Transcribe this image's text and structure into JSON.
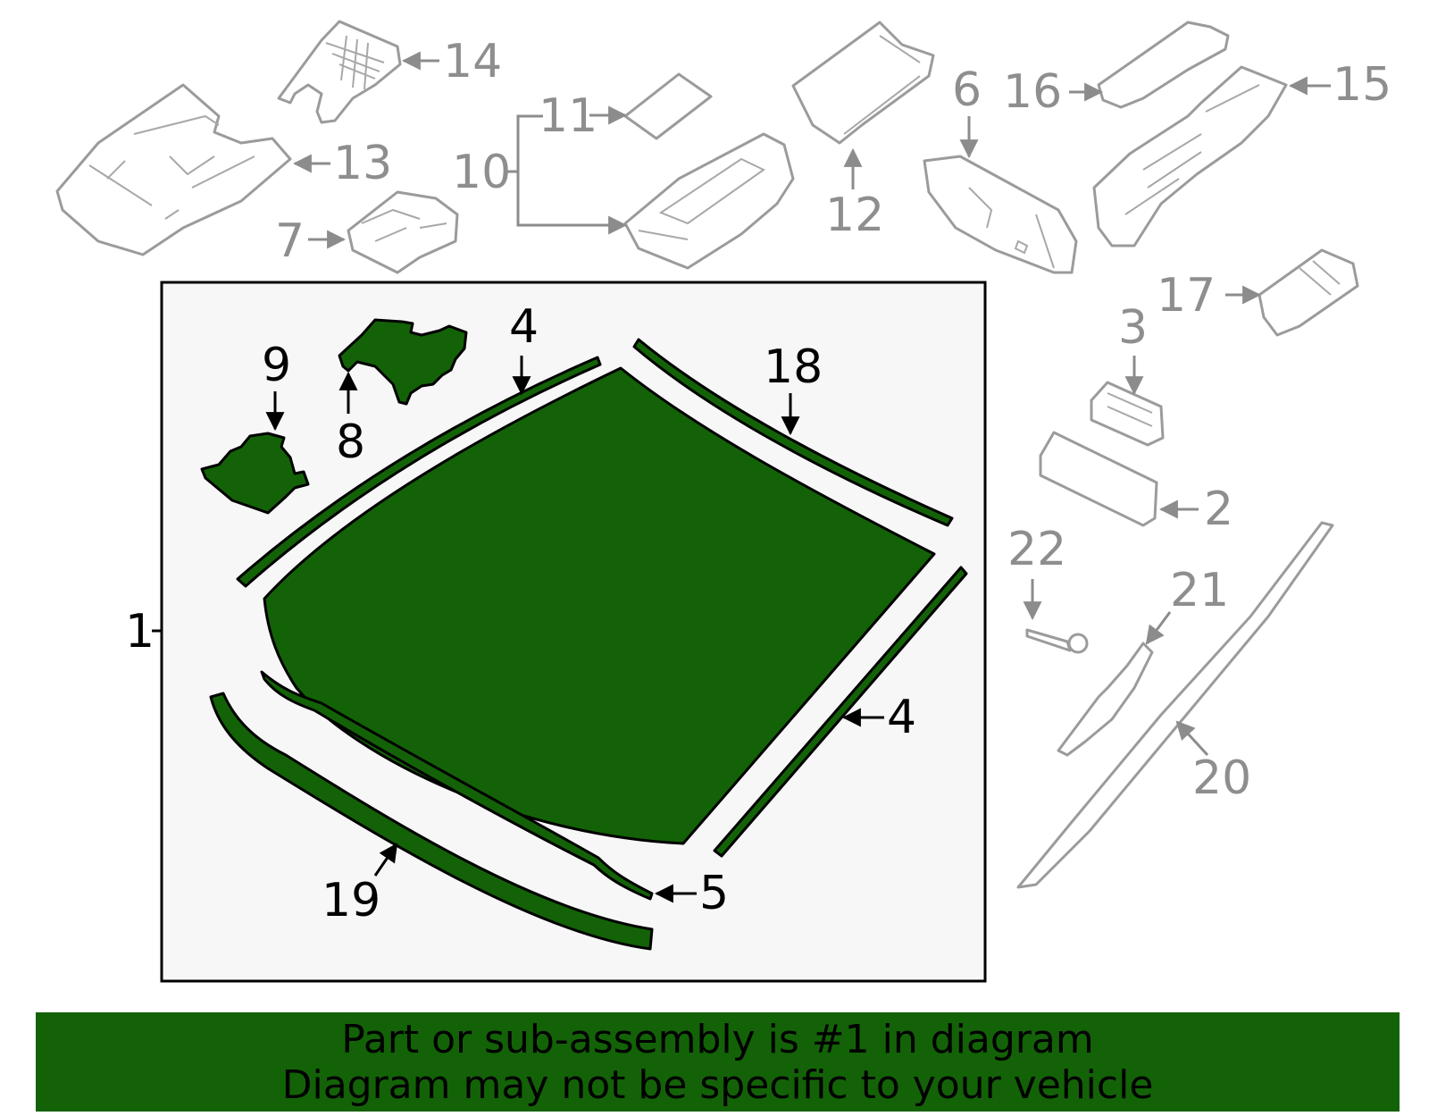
{
  "callouts": {
    "c1": "1",
    "c2": "2",
    "c3": "3",
    "c4a": "4",
    "c4b": "4",
    "c5": "5",
    "c6": "6",
    "c7": "7",
    "c8": "8",
    "c9": "9",
    "c10": "10",
    "c11": "11",
    "c12": "12",
    "c13": "13",
    "c14": "14",
    "c15": "15",
    "c16": "16",
    "c17": "17",
    "c18": "18",
    "c19": "19",
    "c20": "20",
    "c21": "21",
    "c22": "22"
  },
  "banner": {
    "line1": "Part or sub-assembly is #1 in diagram",
    "line2": "Diagram may not be specific to your vehicle"
  },
  "colors": {
    "highlight": "#136207",
    "callout_gray": "#8e8e8e",
    "box_fill": "#f7f7f7"
  }
}
